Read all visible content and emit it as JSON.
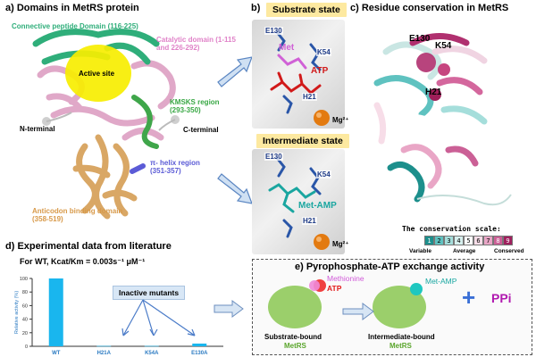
{
  "panel_a": {
    "title": "a) Domains in MetRS protein",
    "labels": {
      "connective": "Connective peptide Domain (116-225)",
      "catalytic": "Catalytic domain (1-115 and 226-292)",
      "active_site": "Active site",
      "kmsks": "KMSKS region (293-350)",
      "n_terminal": "N-terminal",
      "c_terminal": "C-terminal",
      "pi_helix": "π- helix region (351-357)",
      "anticodon": "Anticodon binding domain (358-519)"
    },
    "colors": {
      "connective": "#2fae7a",
      "catalytic": "#e082c8",
      "kmsks": "#39a845",
      "pi_helix": "#5b5bd6",
      "anticodon": "#d89a4a",
      "active_site": "#f7ee00"
    }
  },
  "panel_b": {
    "title": "b)",
    "substrate_state": "Substrate state",
    "intermediate_state": "Intermediate state",
    "substrate_labels": {
      "e130": "E130",
      "met": "Met",
      "k54": "K54",
      "atp": "ATP",
      "h21": "H21",
      "mg": "Mg²⁺"
    },
    "intermediate_labels": {
      "e130": "E130",
      "k54": "K54",
      "met_amp": "Met-AMP",
      "h21": "H21",
      "mg": "Mg²⁺"
    }
  },
  "panel_c": {
    "title": "c) Residue conservation in MetRS",
    "labels": {
      "e130": "E130",
      "k54": "K54",
      "h21": "H21"
    },
    "scale_title": "The conservation scale:",
    "scale_values": [
      "1",
      "2",
      "3",
      "4",
      "5",
      "6",
      "7",
      "8",
      "9"
    ],
    "scale_colors": [
      "#1d8f8c",
      "#5fc2c0",
      "#a5dedb",
      "#d7f0ee",
      "#ffffff",
      "#f7dde8",
      "#e9a6c6",
      "#cb6096",
      "#a0205e"
    ],
    "scale_legend": {
      "variable": "Variable",
      "average": "Average",
      "conserved": "Conserved"
    }
  },
  "panel_d": {
    "title": "d) Experimental data from literature",
    "subtitle": "For WT, Kcat/Km = 0.003s⁻¹ μM⁻¹",
    "inactive_label": "Inactive mutants"
  },
  "panel_e": {
    "title": "e) Pyrophosphate-ATP exchange activity",
    "methionine": "Methionine",
    "atp": "ATP",
    "met_amp": "Met-AMP",
    "plus": "+",
    "ppi": "PPi",
    "substrate_bound": "Substrate-bound",
    "intermediate_bound": "Intermediate-bound",
    "metrs": "MetRS"
  },
  "chart_data": {
    "type": "bar",
    "categories": [
      "WT",
      "H21A",
      "K54A",
      "E130A"
    ],
    "values": [
      100,
      0.5,
      0.5,
      4
    ],
    "ylabel": "Relative activity (%)",
    "ylim": [
      0,
      100
    ],
    "yticks": [
      0,
      20,
      40,
      60,
      80,
      100
    ],
    "bar_color": "#19b6ee"
  }
}
